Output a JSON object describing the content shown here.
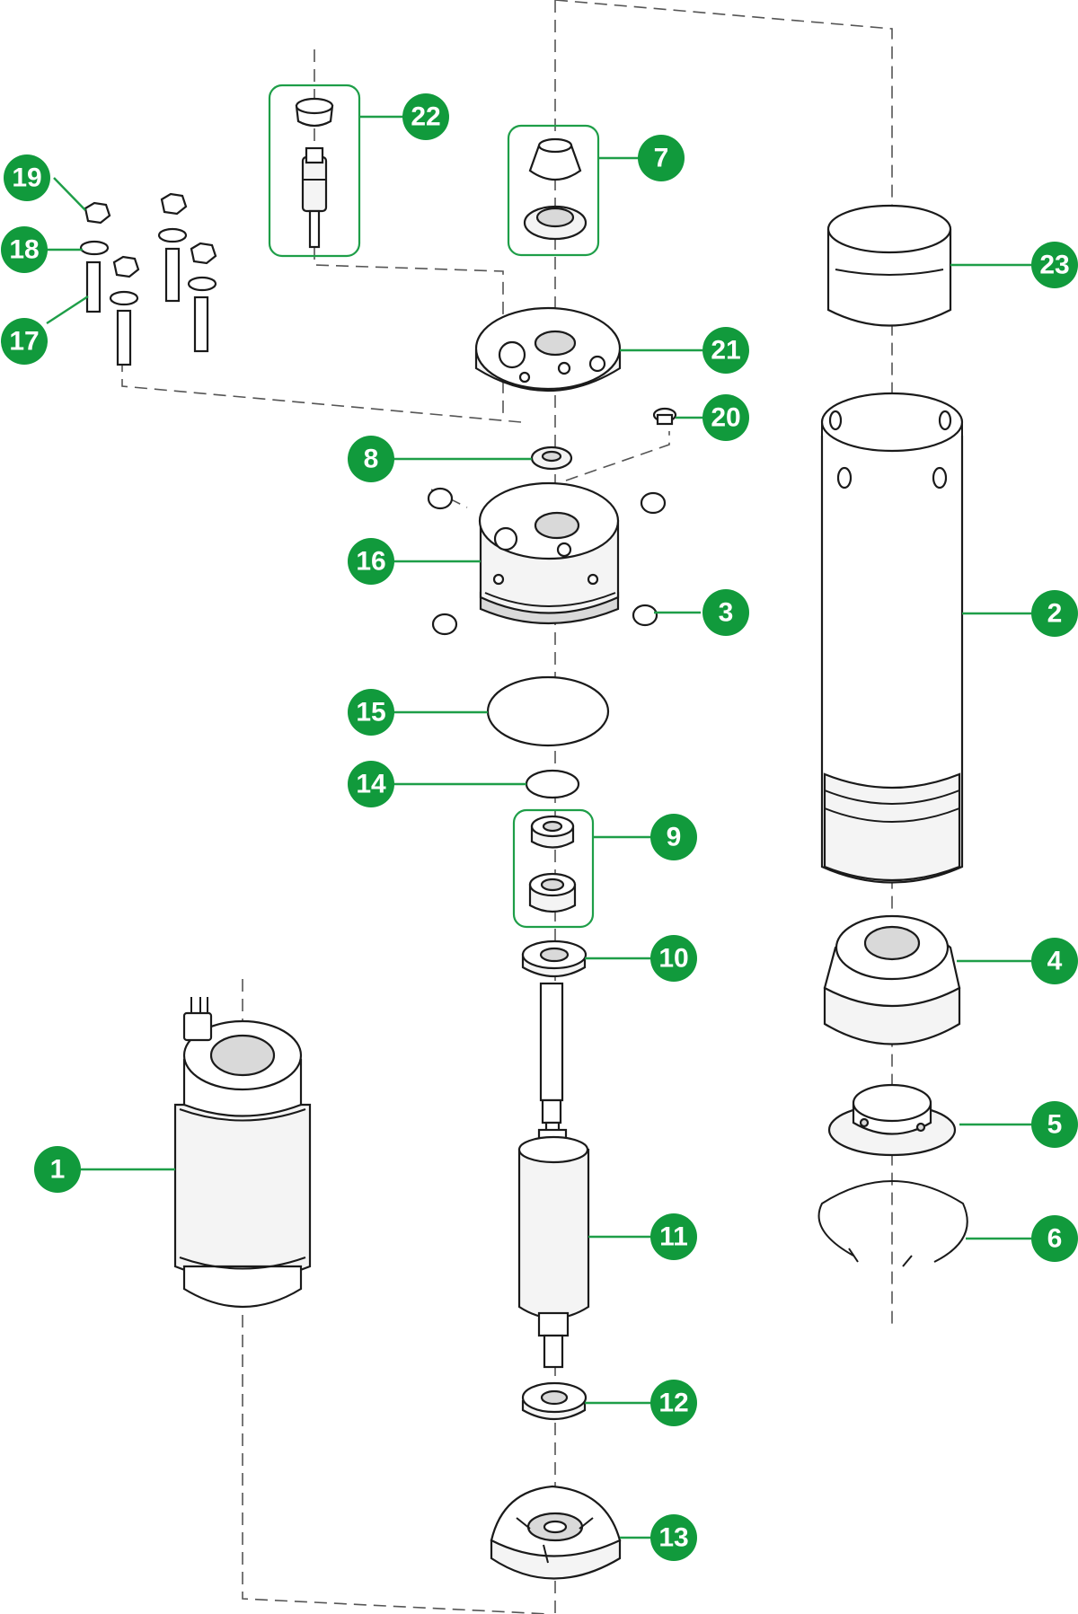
{
  "labels": {
    "p1": "1",
    "p2": "2",
    "p3": "3",
    "p4": "4",
    "p5": "5",
    "p6": "6",
    "p7": "7",
    "p8": "8",
    "p9": "9",
    "p10": "10",
    "p11": "11",
    "p12": "12",
    "p13": "13",
    "p14": "14",
    "p15": "15",
    "p16": "16",
    "p17": "17",
    "p18": "18",
    "p19": "19",
    "p20": "20",
    "p21": "21",
    "p22": "22",
    "p23": "23"
  },
  "colors": {
    "badge": "#119a3c",
    "leader": "#1e9e48",
    "outline": "#1a1a1a"
  }
}
